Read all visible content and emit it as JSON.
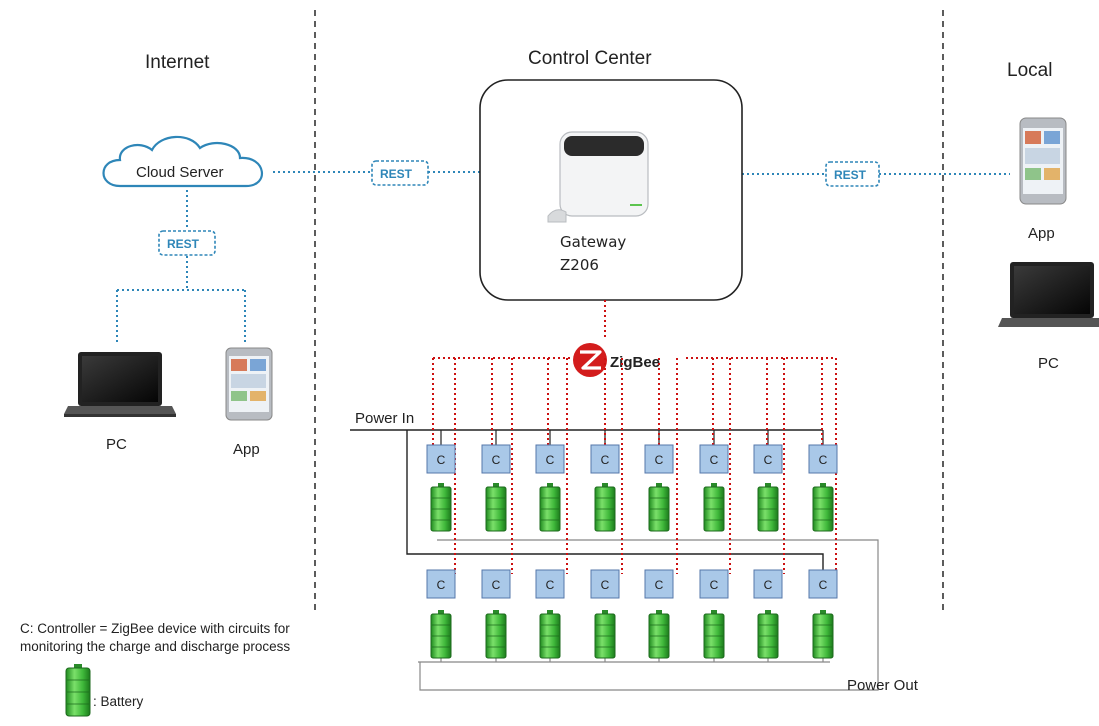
{
  "sections": {
    "internet": "Internet",
    "control_center": "Control Center",
    "local": "Local"
  },
  "cloud_server": "Cloud Server",
  "rest_label": "REST",
  "gateway": {
    "name": "Gateway",
    "model": "Z206"
  },
  "zigbee_logo": "ZigBee",
  "devices": {
    "pc": "PC",
    "app": "App"
  },
  "power_in": "Power In",
  "power_out": "Power Out",
  "controller_letter": "C",
  "legend": {
    "controller_line1": "C: Controller = ZigBee device with circuits for",
    "controller_line2": "monitoring the charge and discharge process",
    "battery": ": Battery"
  },
  "colors": {
    "rest_link": "#2e86b8",
    "zigbee_link": "#cc1111",
    "controller_fill": "#a9c8e8",
    "battery_green": "#3fb83a"
  }
}
